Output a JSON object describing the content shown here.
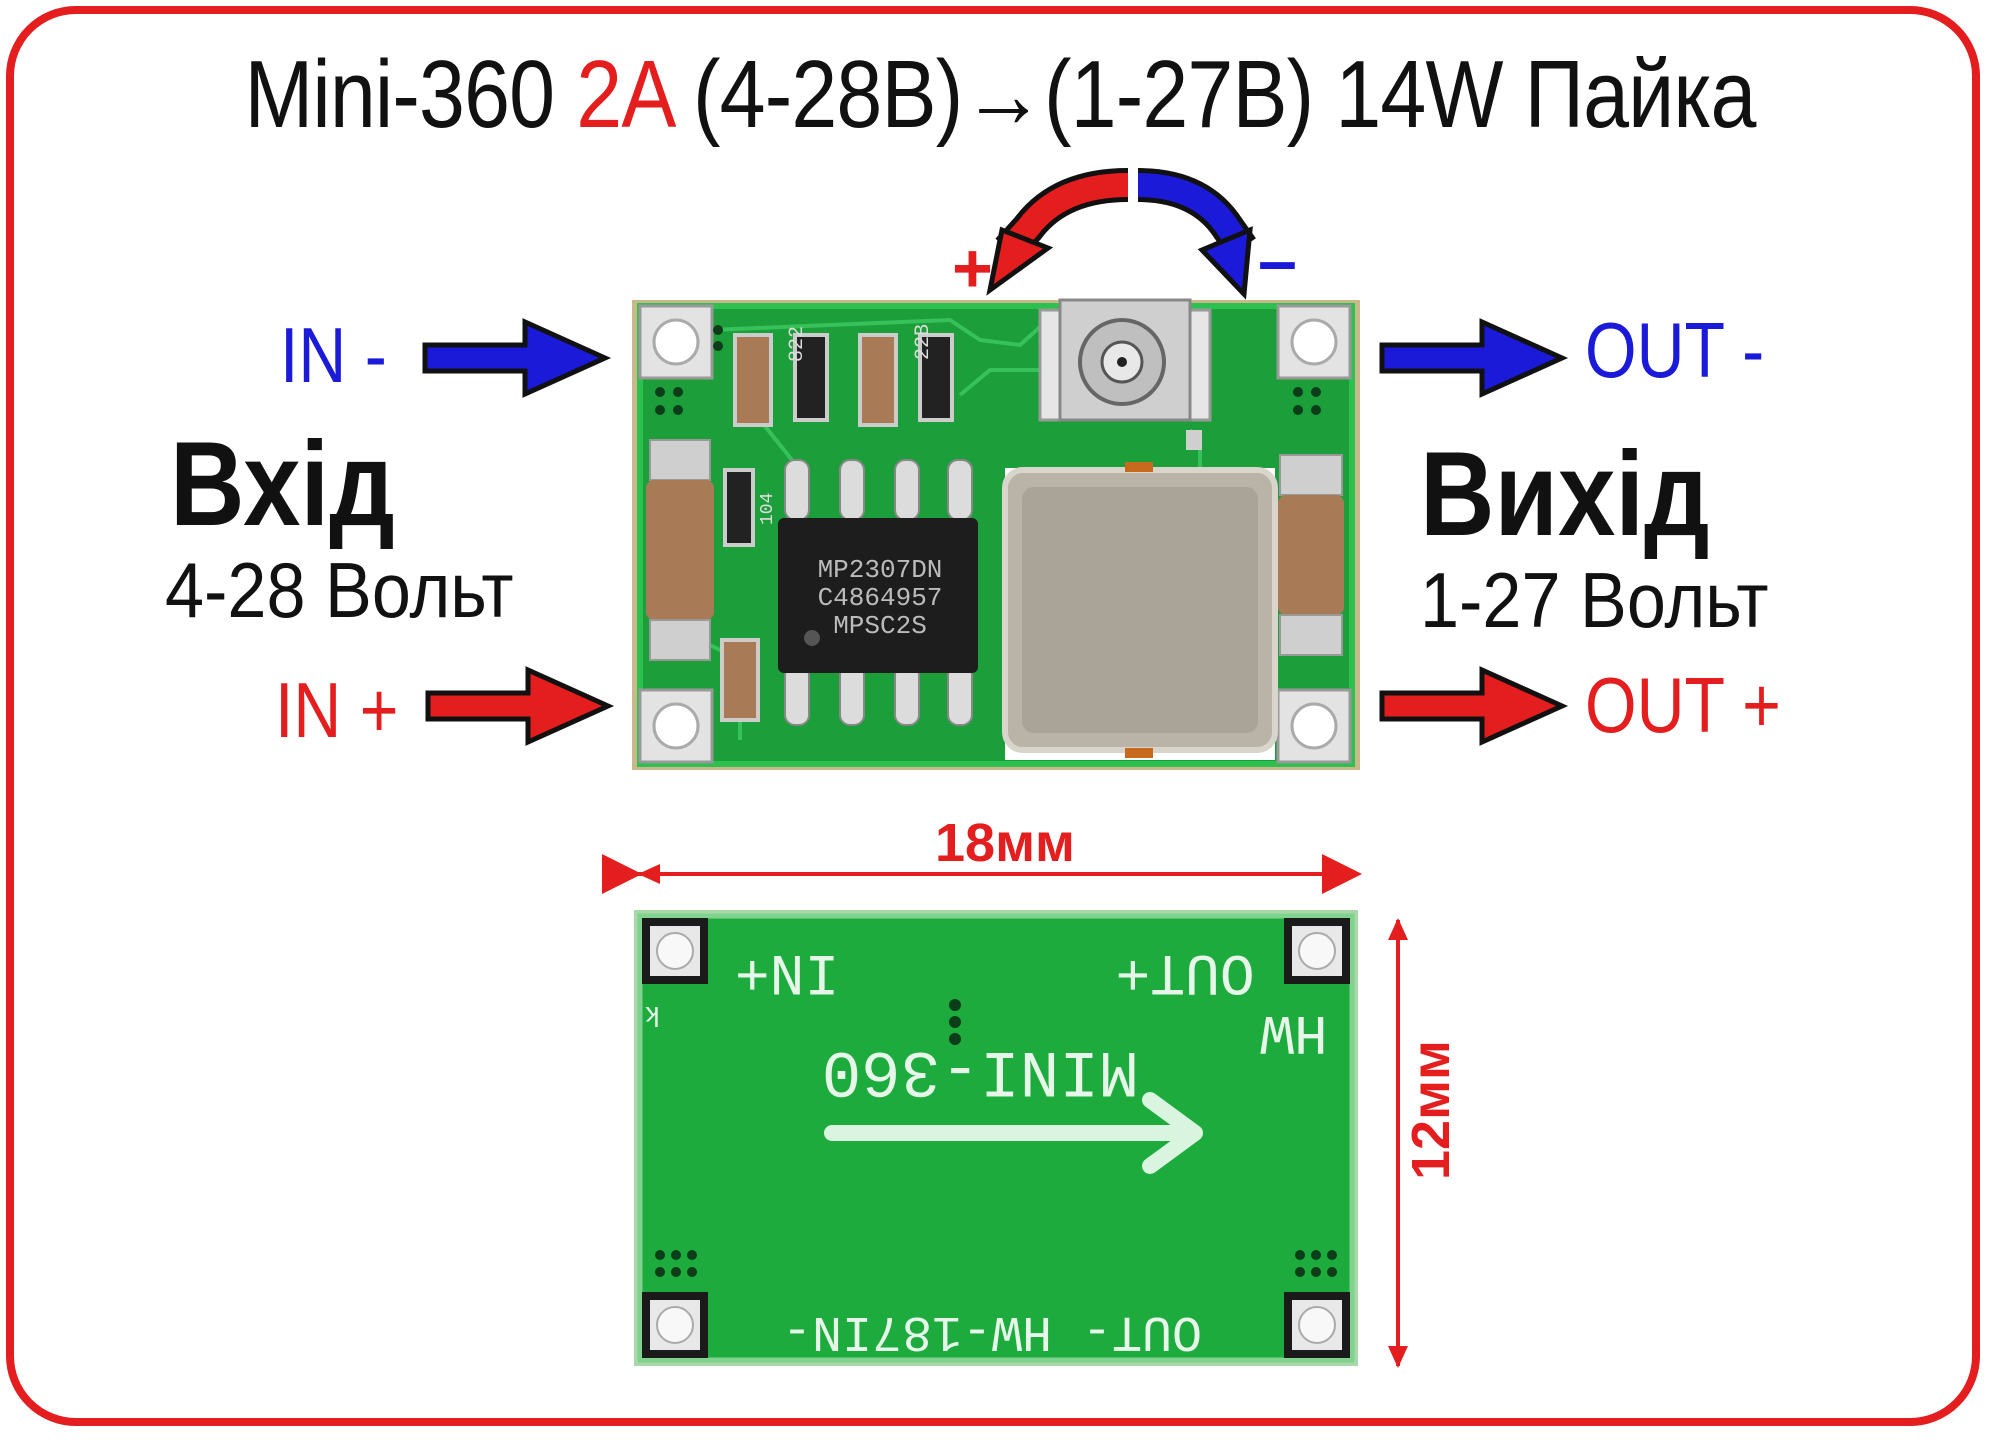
{
  "title": {
    "part1": "Mini-360 ",
    "part2": "2A",
    "part3": " (4-28В)→(1-27В) 14W Пайка"
  },
  "pot": {
    "plus": "+",
    "minus": "–"
  },
  "input": {
    "neg_label": "IN -",
    "pos_label": "IN +",
    "heading": "Вхід",
    "range": "4-28 Вольт"
  },
  "output": {
    "neg_label": "OUT -",
    "pos_label": "OUT +",
    "heading": "Вихід",
    "range": "1-27 Вольт"
  },
  "chip": {
    "line1": "MP2307DN",
    "line2": "C4864957",
    "line3": "MPSC2S"
  },
  "resistors": [
    "822",
    "22B"
  ],
  "small_smd": "104",
  "board_bottom": {
    "in_plus": "IN+",
    "out_plus": "OUT+",
    "hw": "HW",
    "model": "MINI-360",
    "bottom_text": "OUT- HW-187IN-",
    "k": "k"
  },
  "dimensions": {
    "width": "18мм",
    "height": "12мм"
  },
  "colors": {
    "accent_red": "#e41e1e",
    "accent_blue": "#1a1ad8",
    "pcb_green": "#1c9e3a"
  }
}
